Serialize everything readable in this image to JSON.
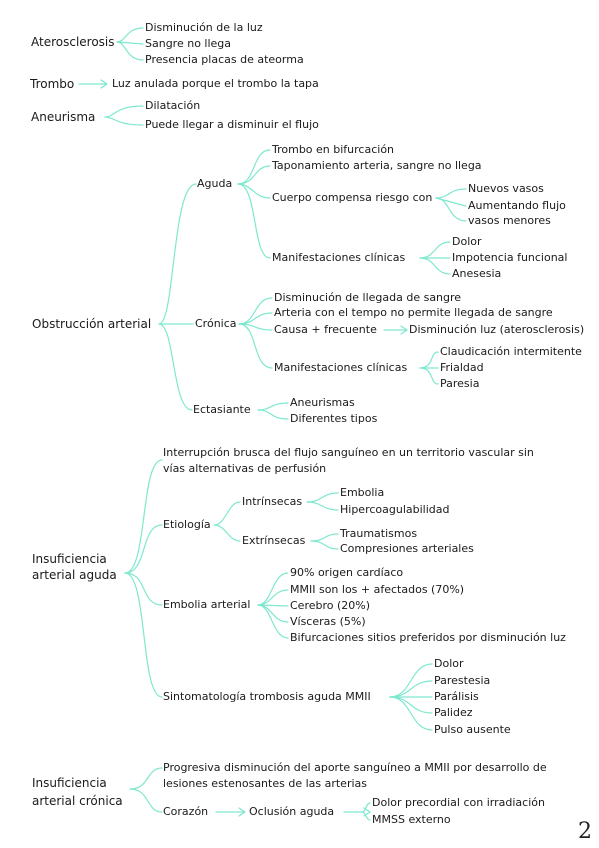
{
  "ateros": {
    "title": "Aterosclerosis",
    "items": [
      "Disminución de la luz",
      "Sangre no llega",
      "Presencia placas de ateorma"
    ]
  },
  "trombo": {
    "title": "Trombo",
    "desc": "Luz anulada porque el trombo la tapa"
  },
  "aneurisma": {
    "title": "Aneurisma",
    "items": [
      "Dilatación",
      "Puede llegar a disminuir el flujo"
    ]
  },
  "obstruccion": {
    "title": "Obstrucción arterial",
    "aguda": {
      "label": "Aguda",
      "items": [
        "Trombo en bifurcación",
        "Taponamiento arteria, sangre no llega",
        "Cuerpo compensa riesgo con",
        "Manifestaciones clínicas"
      ],
      "compensa": [
        "Nuevos vasos",
        "Aumentando flujo",
        "vasos menores"
      ],
      "manifest": [
        "Dolor",
        "Impotencia funcional",
        "Anesesia"
      ]
    },
    "cronica": {
      "label": "Crónica",
      "items": [
        "Disminución de llegada de sangre",
        "Arteria con el tempo no permite llegada de sangre",
        "Causa + frecuente",
        "Manifestaciones clínicas"
      ],
      "causa": "Disminución luz (aterosclerosis)",
      "manifest": [
        "Claudicación intermitente",
        "Frialdad",
        "Paresia"
      ]
    },
    "ectasiante": {
      "label": "Ectasiante",
      "items": [
        "Aneurismas",
        "Diferentes tipos"
      ]
    }
  },
  "iaa": {
    "title": [
      "Insuficiencia",
      "arterial aguda"
    ],
    "def": [
      "Interrupción brusca del flujo sanguíneo en un territorio vascular sin",
      "vías alternativas de perfusión"
    ],
    "etiologia": {
      "label": "Etiología",
      "intrinsecas": {
        "label": "Intrínsecas",
        "items": [
          "Embolia",
          "Hipercoagulabilidad"
        ]
      },
      "extrinsecas": {
        "label": "Extrínsecas",
        "items": [
          "Traumatismos",
          "Compresiones arteriales"
        ]
      }
    },
    "embolia": {
      "label": "Embolia arterial",
      "items": [
        "90% origen cardíaco",
        "MMII son los + afectados (70%)",
        "Cerebro (20%)",
        "Vísceras (5%)",
        "Bifurcaciones sitios preferidos por disminución luz"
      ]
    },
    "sinto": {
      "label": "Sintomatología trombosis aguda MMII",
      "items": [
        "Dolor",
        "Parestesia",
        "Parálisis",
        "Palidez",
        "Pulso ausente"
      ]
    }
  },
  "iac": {
    "title": [
      "Insuficiencia",
      "arterial crónica"
    ],
    "def": [
      "Progresiva disminución del aporte sanguíneo a MMII por desarrollo de",
      "lesiones estenosantes de las arterias"
    ],
    "corazon": "Corazón",
    "oclusion": "Oclusión aguda",
    "items": [
      "Dolor precordial con irradiación",
      "MMSS externo"
    ]
  },
  "page_number": "2",
  "line_color": "#7ee8cf"
}
